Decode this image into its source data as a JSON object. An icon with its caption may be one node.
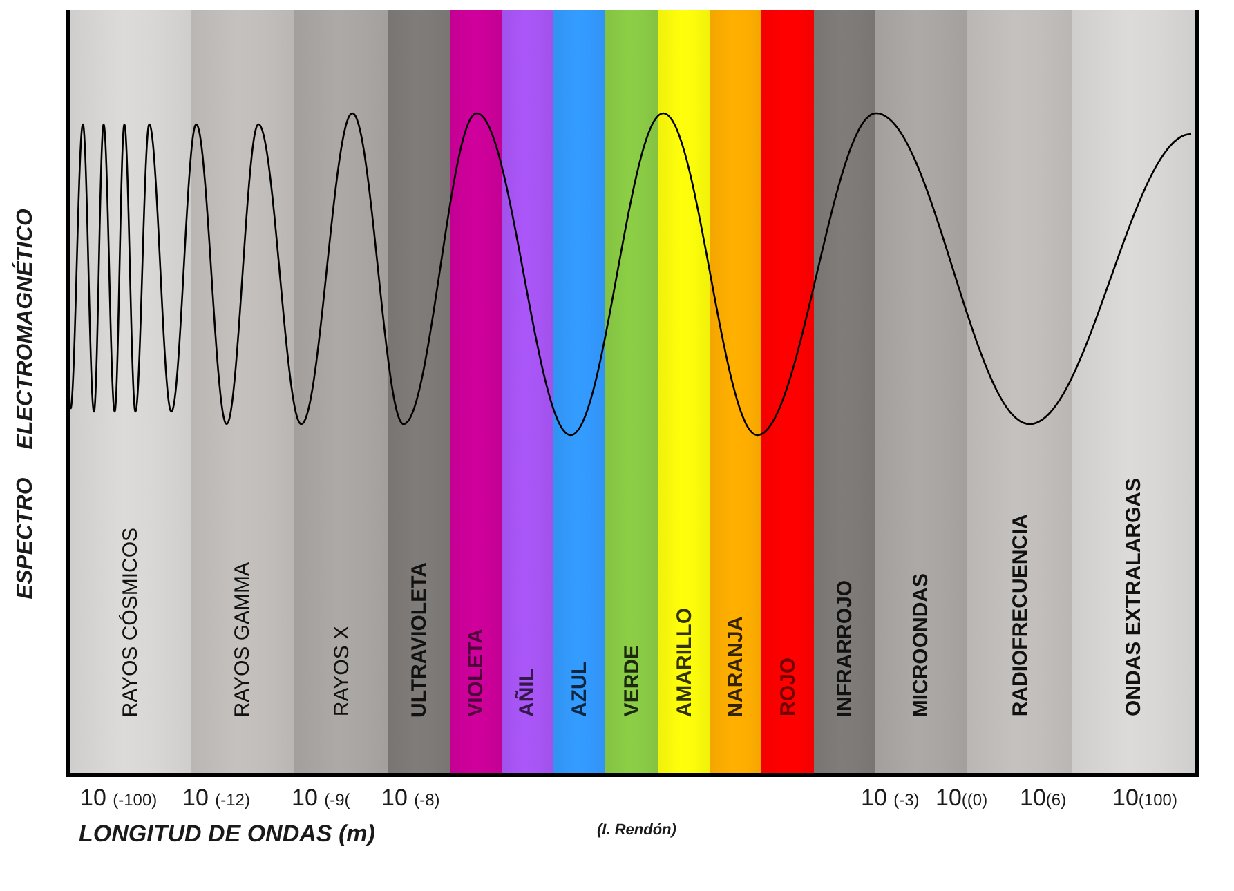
{
  "diagram": {
    "nodes": [
      {
        "text": [
          "RAYOS CÓSMICOS"
        ]
      },
      {
        "text": [
          "RAYOS GAMMA"
        ]
      },
      {
        "text": [
          "RAYOS X"
        ]
      },
      {
        "text": [
          "ULTRAVIOLETA"
        ]
      },
      {
        "text": [
          "VIOLETA"
        ]
      },
      {
        "text": [
          "AÑIL"
        ]
      },
      {
        "text": [
          "AZUL"
        ]
      },
      {
        "text": [
          "VERDE"
        ]
      },
      {
        "text": [
          "AMARILLO"
        ]
      },
      {
        "text": [
          "NARANJA"
        ]
      },
      {
        "text": [
          "ROJO"
        ]
      },
      {
        "text": [
          "INFRARROJO"
        ]
      },
      {
        "text": [
          "MICROONDAS"
        ]
      },
      {
        "text": [
          "RADIOFRECUENCIA"
        ]
      },
      {
        "text": [
          "ONDAS EXTRALARGAS"
        ]
      }
    ],
    "labels": [
      "ESPECTRO ELECTROMAGNÉTICO",
      "10 $_{(-100)}$",
      "10 $_{(-12)}$",
      "10 $_{(-9(}$",
      "10 $_{(-8)}$",
      "10 $_{(-3)}$",
      "10$_{((0)}$",
      "10$_{(6)}$",
      "10$_{(100)}$",
      "LONGITUD DE ONDAS (m)",
      "(I. Rendón)"
    ]
  }
}
